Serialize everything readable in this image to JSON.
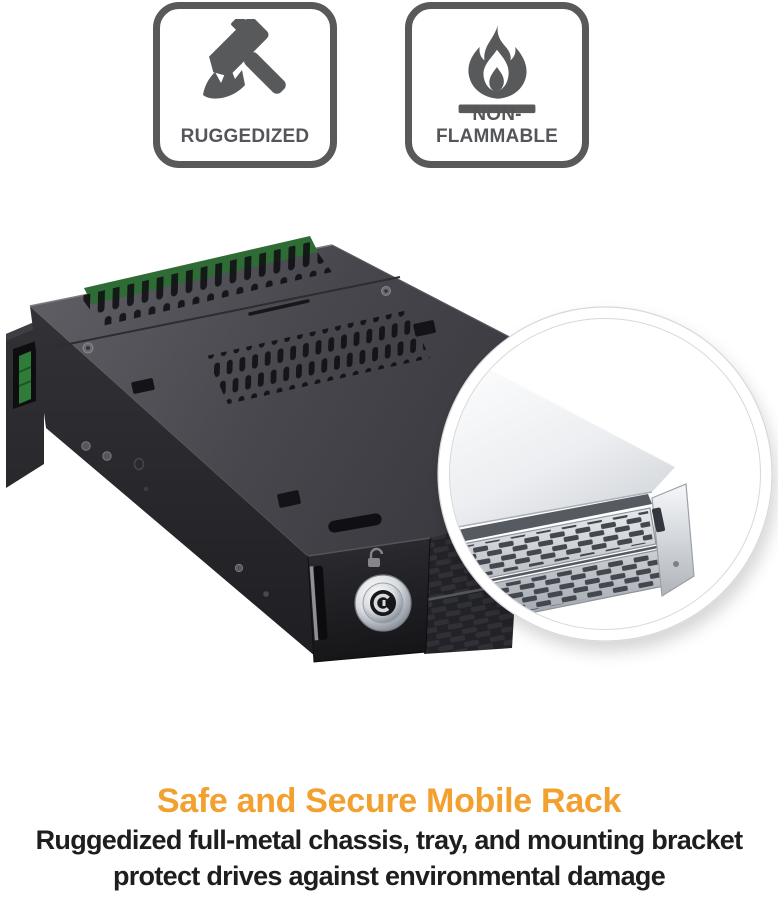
{
  "badges": [
    {
      "label": "RUGGEDIZED",
      "icon": "hammer-icon"
    },
    {
      "label": "NON-FLAMMABLE",
      "icon": "flame-icon"
    }
  ],
  "product_photo": {
    "subject": "metal mobile rack enclosure with dual drive trays",
    "magnifier_detail": "enlarged front corner showing vented tray faceplates",
    "icons": [
      "lock-icon",
      "unlock-icon"
    ]
  },
  "caption": {
    "heading": "Safe and Secure Mobile Rack",
    "lines": [
      "Ruggedized full-metal chassis, tray, and mounting bracket",
      "protect drives against environmental damage"
    ]
  },
  "colors": {
    "accent_orange": "#f2a02f",
    "badge_gray": "#58595b",
    "body_text": "#1e1e1e",
    "chassis_gray": "#47474d",
    "pcb_green": "#2f7c38"
  }
}
